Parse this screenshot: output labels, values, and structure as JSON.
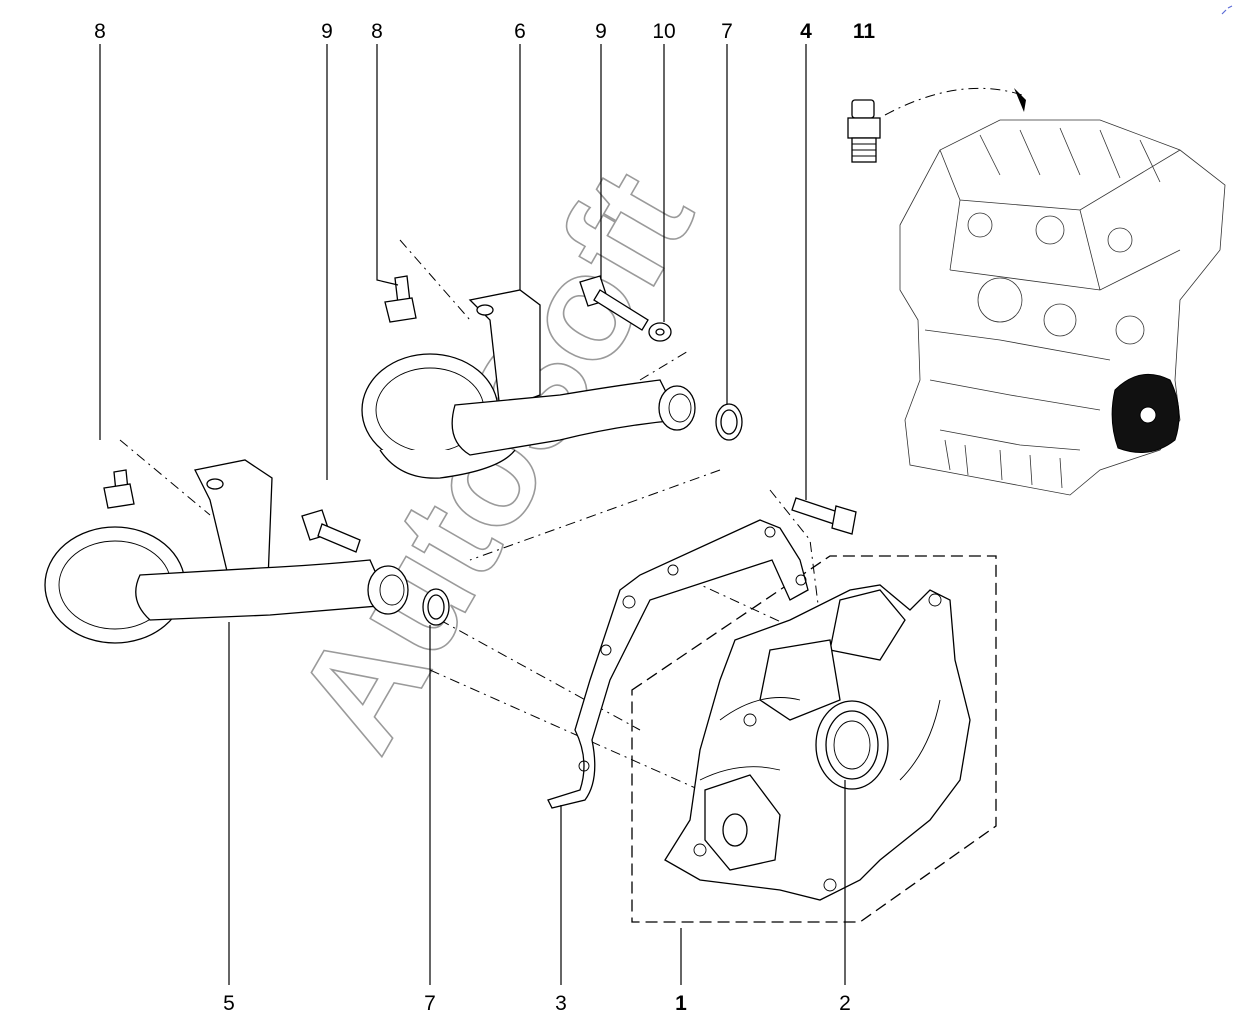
{
  "diagram": {
    "callouts": [
      {
        "id": "c8a",
        "text": "8",
        "bold": false
      },
      {
        "id": "c9a",
        "text": "9",
        "bold": false
      },
      {
        "id": "c8b",
        "text": "8",
        "bold": false
      },
      {
        "id": "c6",
        "text": "6",
        "bold": false
      },
      {
        "id": "c9b",
        "text": "9",
        "bold": false
      },
      {
        "id": "c10",
        "text": "10",
        "bold": false
      },
      {
        "id": "c7a",
        "text": "7",
        "bold": false
      },
      {
        "id": "c4",
        "text": "4",
        "bold": true
      },
      {
        "id": "c11",
        "text": "11",
        "bold": true
      },
      {
        "id": "c5",
        "text": "5",
        "bold": false
      },
      {
        "id": "c7b",
        "text": "7",
        "bold": false
      },
      {
        "id": "c3",
        "text": "3",
        "bold": false
      },
      {
        "id": "c1",
        "text": "1",
        "bold": true
      },
      {
        "id": "c2",
        "text": "2",
        "bold": false
      }
    ],
    "watermark": "AutoSoft"
  }
}
